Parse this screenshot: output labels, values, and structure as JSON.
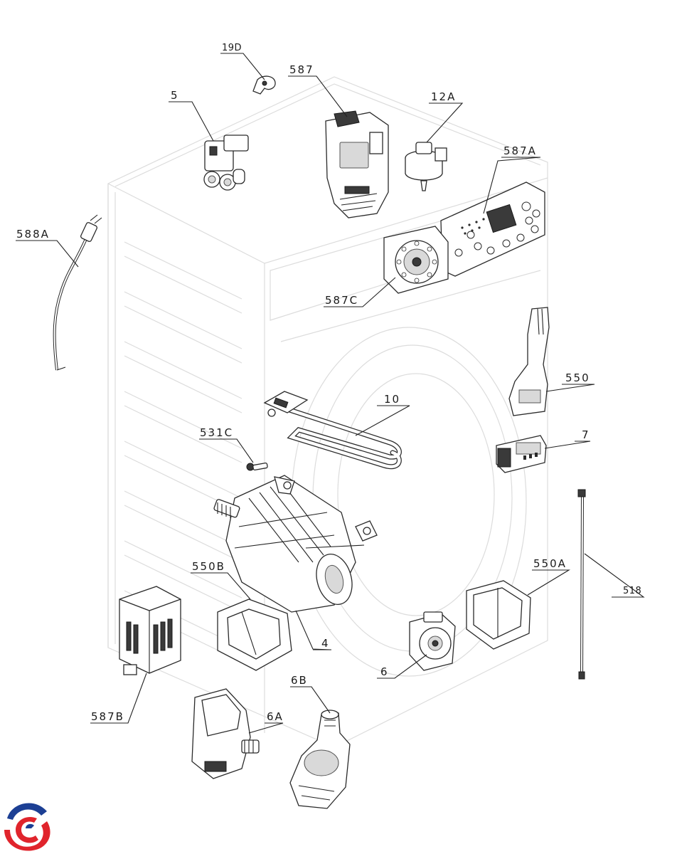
{
  "labels": {
    "l_19D": "19D",
    "l_587": "587",
    "l_5": "5",
    "l_12A": "12A",
    "l_587A": "587A",
    "l_588A": "588A",
    "l_587C": "587C",
    "l_550": "550",
    "l_10": "10",
    "l_531C": "531C",
    "l_7": "7",
    "l_518": "518",
    "l_550B": "550B",
    "l_550A": "550A",
    "l_4": "4",
    "l_6": "6",
    "l_6B": "6B",
    "l_587B": "587B",
    "l_6A": "6A"
  },
  "colors": {
    "logo_red": "#e0242c",
    "logo_blue": "#1c3f94",
    "ghost_outline": "#dcdcdc",
    "part_stroke": "#2a2a2a"
  }
}
